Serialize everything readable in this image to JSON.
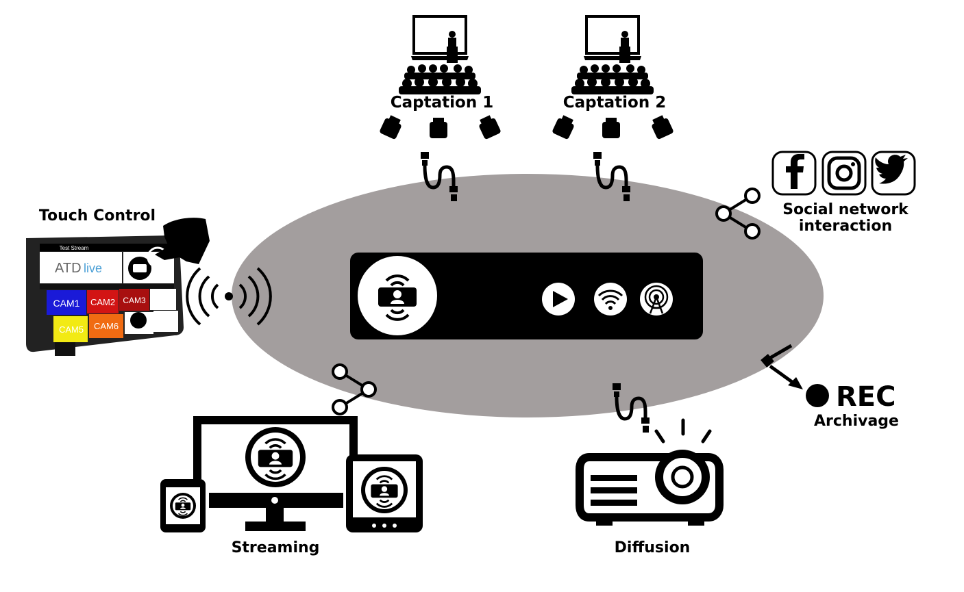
{
  "labels": {
    "captation_1": "Captation 1",
    "captation_2": "Captation 2",
    "touch_control": "Touch Control",
    "social_line1": "Social network",
    "social_line2": "interaction",
    "rec": "REC",
    "archivage": "Archivage",
    "streaming": "Streaming",
    "diffusion": "Diffusion"
  },
  "tablet": {
    "header": "Test Stream",
    "logo_left": "ATD",
    "logo_right": "live",
    "cam_buttons": [
      {
        "label": "CAM1",
        "color": "#1a1ad8"
      },
      {
        "label": "CAM2",
        "color": "#d21414"
      },
      {
        "label": "CAM3",
        "color": "#a80f0f"
      },
      {
        "label": "CAM5",
        "color": "#f2ea14"
      },
      {
        "label": "CAM6",
        "color": "#f06b12"
      }
    ]
  },
  "social_icons": [
    "facebook-icon",
    "instagram-icon",
    "twitter-icon"
  ],
  "colors": {
    "ellipse": "#a39e9e",
    "device_bar": "#000000",
    "icon": "#000000"
  }
}
